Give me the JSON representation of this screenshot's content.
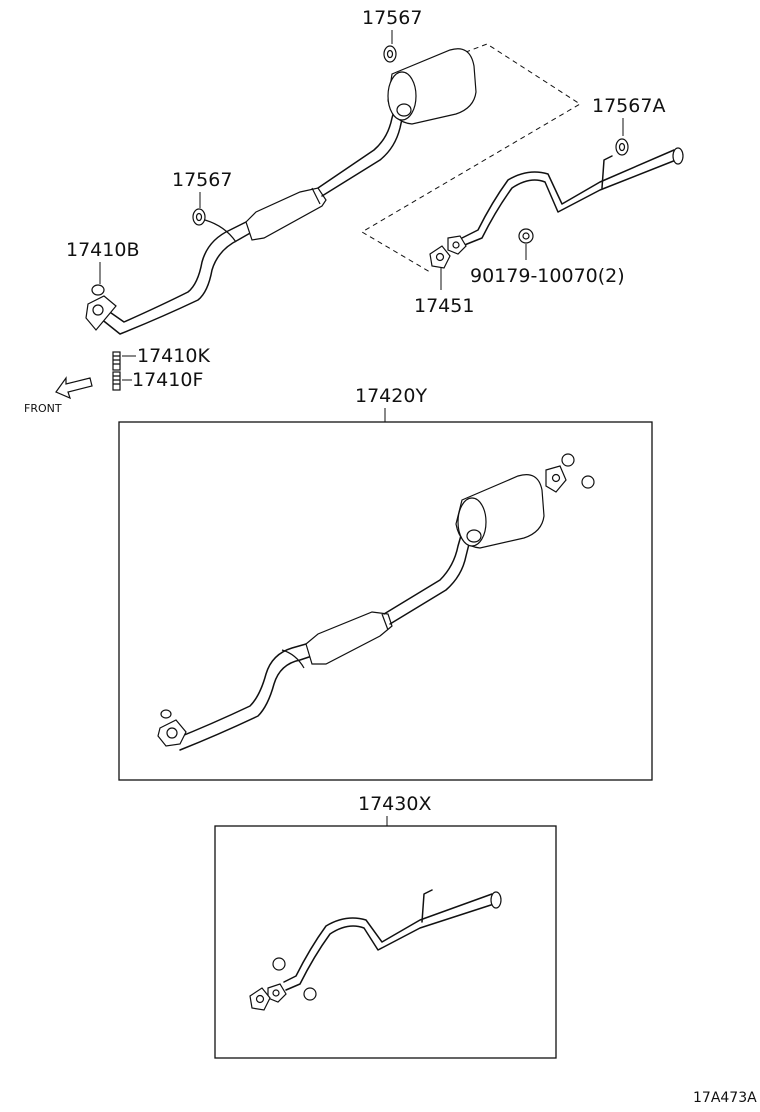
{
  "diagram": {
    "labels": {
      "top_hanger_17567": "17567",
      "hanger_17567a": "17567A",
      "hanger_17567_left": "17567",
      "nut_17410b": "17410B",
      "stud_17410k": "17410K",
      "bolt_17410f": "17410F",
      "gasket_17451": "17451",
      "nut_90179": "90179-10070(2)",
      "assembly_17420y": "17420Y",
      "assembly_17430x": "17430X"
    },
    "front_marker": "FRONT",
    "reference_code": "17A473A"
  }
}
